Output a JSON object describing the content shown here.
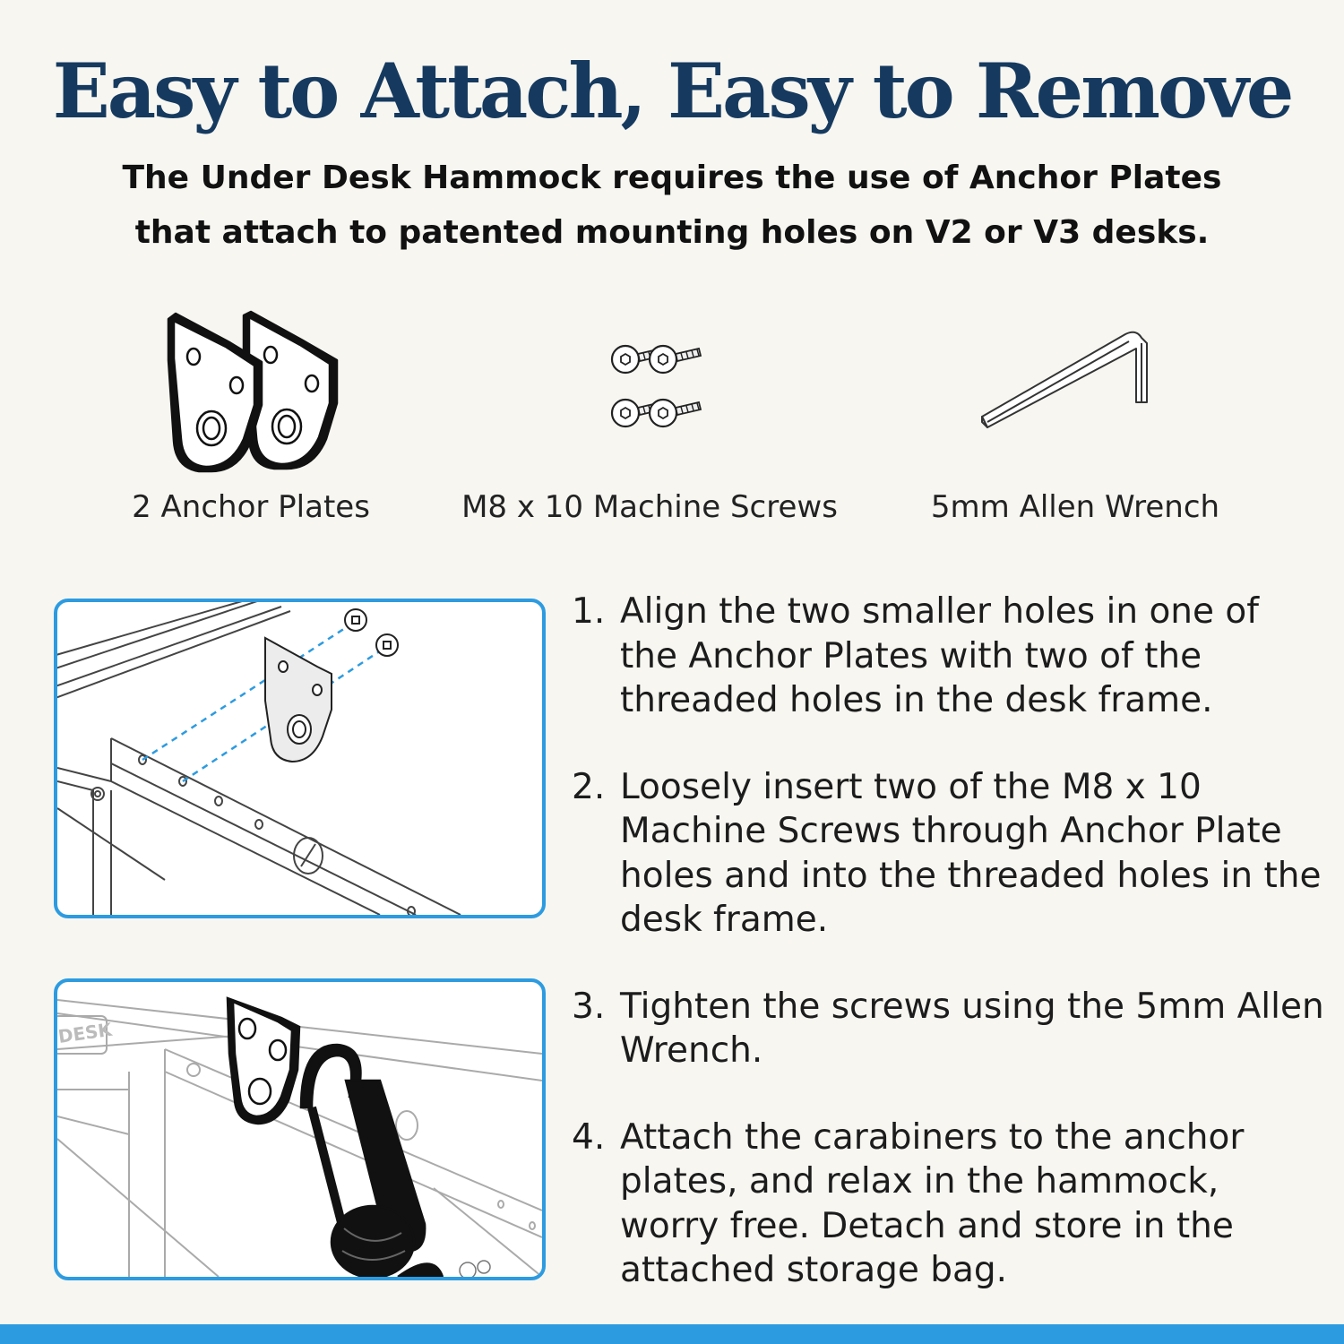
{
  "title": "Easy to Attach, Easy to Remove",
  "subtitle_lines": [
    "The Under Desk Hammock requires the use of Anchor Plates",
    "that attach to patented mounting holes on V2 or V3 desks."
  ],
  "items": [
    {
      "label": "2 Anchor Plates",
      "icon": "anchor-plates-icon"
    },
    {
      "label": "M8 x 10 Machine Screws",
      "icon": "machine-screws-icon"
    },
    {
      "label": "5mm Allen Wrench",
      "icon": "allen-wrench-icon"
    }
  ],
  "diagram2_text": "DESK",
  "steps": [
    {
      "num": "1.",
      "text": "Align the two smaller holes in one of the Anchor Plates with two of the threaded holes in the desk frame."
    },
    {
      "num": "2.",
      "text": "Loosely insert two of the M8 x 10 Machine Screws through Anchor Plate holes and into the threaded holes in the desk frame."
    },
    {
      "num": "3.",
      "text": "Tighten the screws using the 5mm Allen Wrench."
    },
    {
      "num": "4.",
      "text": "Attach the carabiners to the anchor plates, and relax in the hammock, worry free. Detach and store in the attached storage bag."
    }
  ],
  "colors": {
    "title": "#163a5f",
    "accent_blue": "#2d9be0",
    "background": "#f7f6f1"
  }
}
